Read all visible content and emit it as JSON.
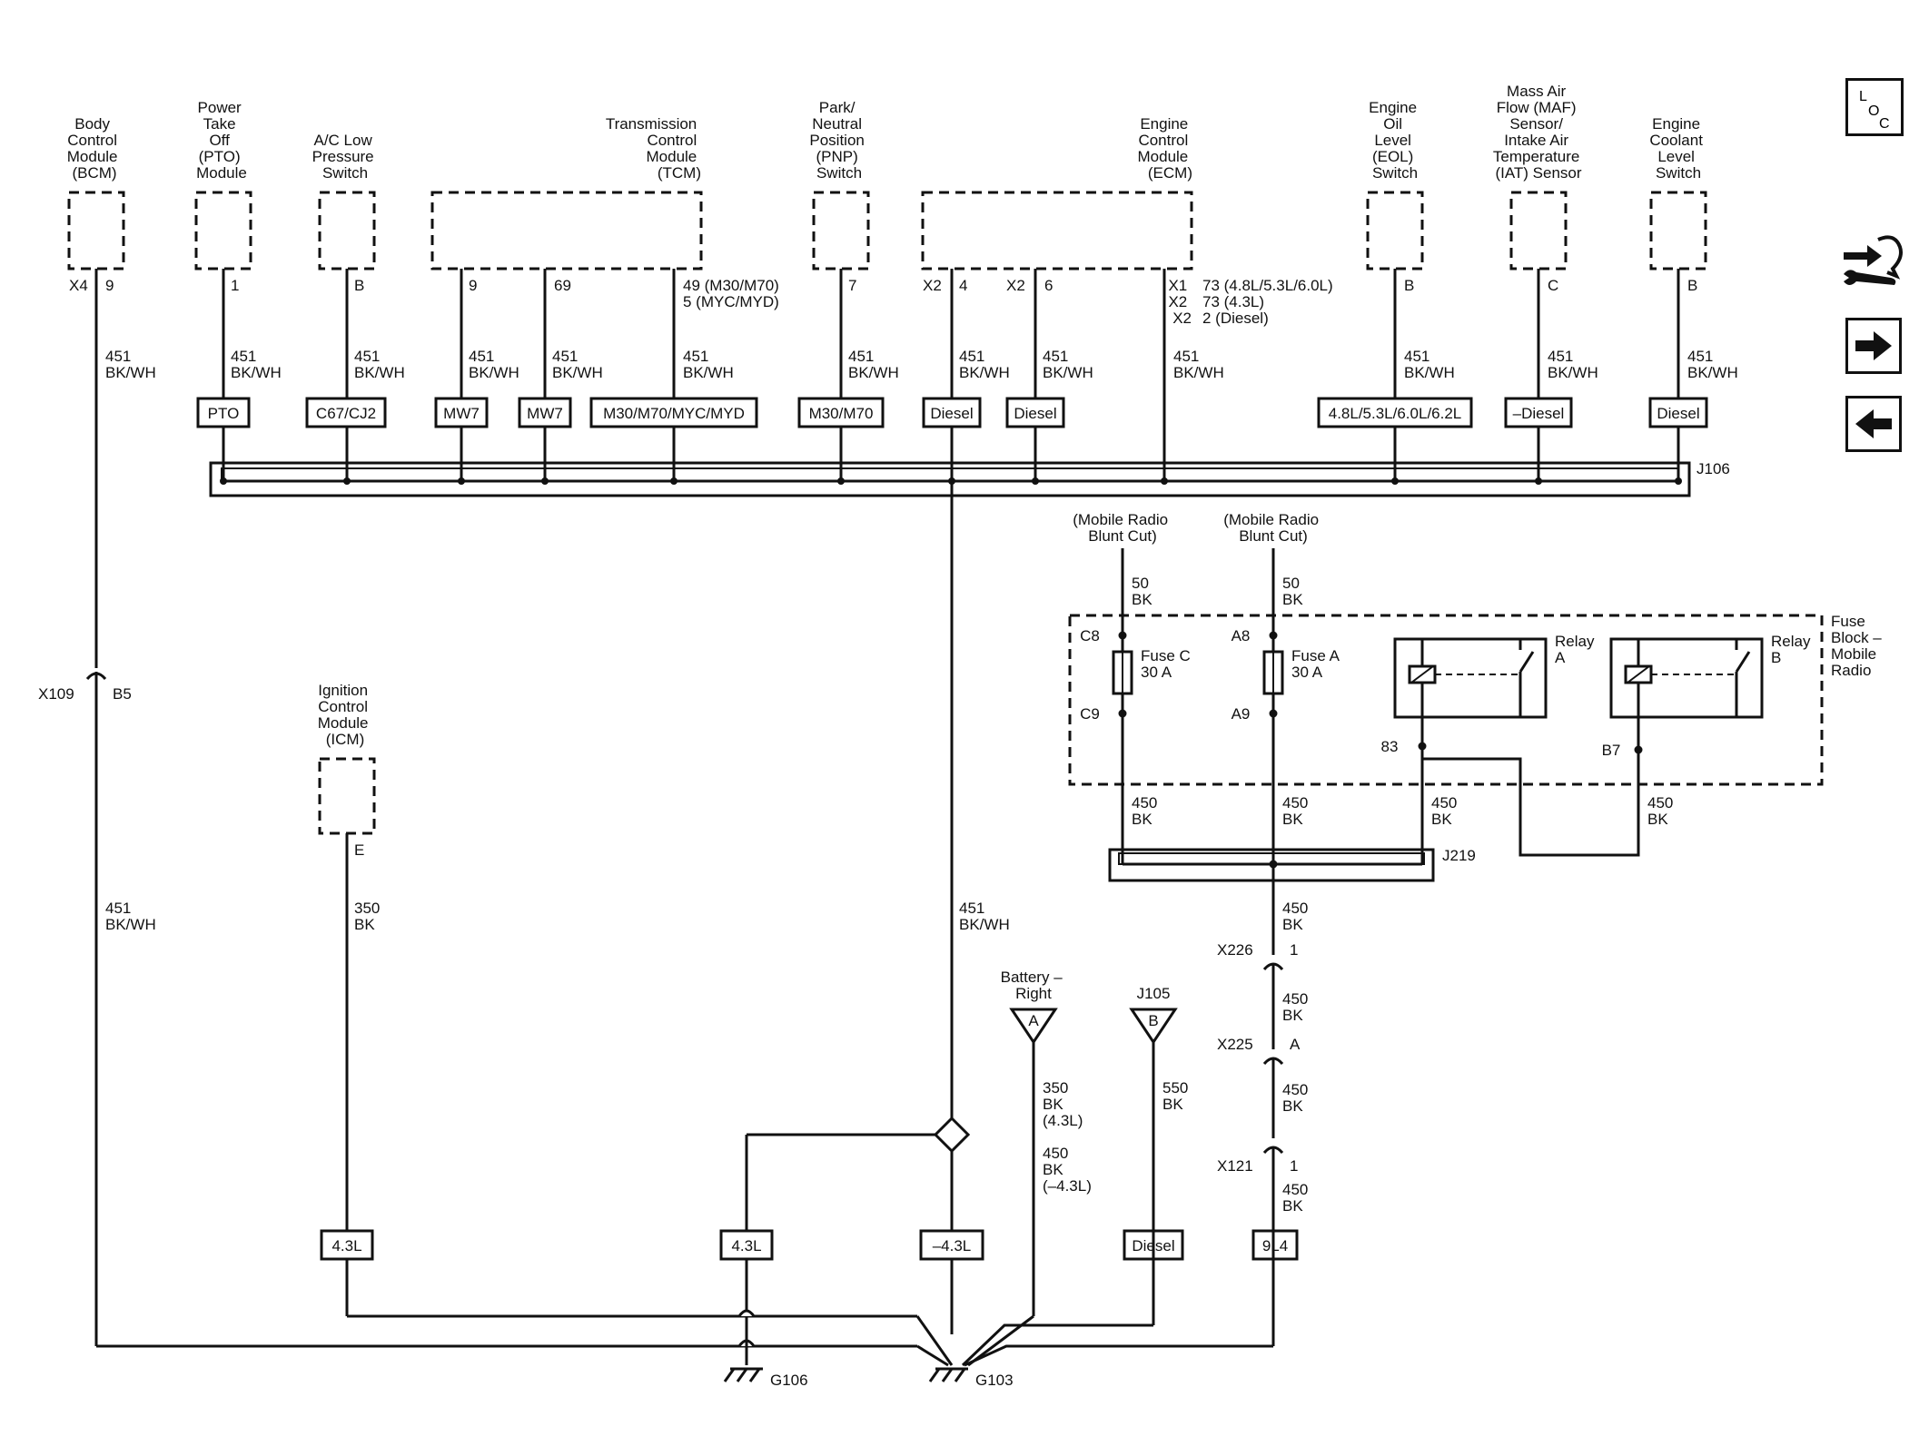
{
  "modules": {
    "bcm": [
      "Body",
      "Control",
      "Module",
      "(BCM)"
    ],
    "pto": [
      "Power",
      "Take",
      "Off",
      "(PTO)",
      "Module"
    ],
    "ac": [
      "A/C Low",
      "Pressure",
      "Switch"
    ],
    "tcm": [
      "Transmission",
      "Control",
      "Module",
      "(TCM)"
    ],
    "pnp": [
      "Park/",
      "Neutral",
      "Position",
      "(PNP)",
      "Switch"
    ],
    "ecm": [
      "Engine",
      "Control",
      "Module",
      "(ECM)"
    ],
    "eol": [
      "Engine",
      "Oil",
      "Level",
      "(EOL)",
      "Switch"
    ],
    "maf": [
      "Mass Air",
      "Flow (MAF)",
      "Sensor/",
      "Intake Air",
      "Temperature",
      "(IAT) Sensor"
    ],
    "ecl": [
      "Engine",
      "Coolant",
      "Level",
      "Switch"
    ],
    "icm": [
      "Ignition",
      "Control",
      "Module",
      "(ICM)"
    ]
  },
  "pins": {
    "bcm_conn": "X4",
    "bcm_pin": "9",
    "pto_pin": "1",
    "ac_pin": "B",
    "tcm_pin1": "9",
    "tcm_pin2": "69",
    "tcm_pin3": [
      "49 (M30/M70)",
      "5 (MYC/MYD)"
    ],
    "pnp_pin": "7",
    "ecm_conn1": "X2",
    "ecm_pin1": "4",
    "ecm_conn2": "X2",
    "ecm_pin2": "6",
    "ecm_conn3": [
      "X1",
      "X2",
      "X2"
    ],
    "ecm_pin3": [
      "73 (4.8L/5.3L/6.0L)",
      "73 (4.3L)",
      "2 (Diesel)"
    ],
    "eol_pin": "B",
    "maf_pin": "C",
    "ecl_pin": "B",
    "icm_pin": "E"
  },
  "wire": {
    "circuit_451": "451",
    "color_bkwh": "BK/WH",
    "circuit_450": "450",
    "circuit_350": "350",
    "circuit_550": "550",
    "circuit_50": "50",
    "color_bk": "BK",
    "battery_4_3": "(4.3L)",
    "battery_not_4_3": "(–4.3L)"
  },
  "options": {
    "pto": "PTO",
    "ac": "C67/CJ2",
    "tcm1": "MW7",
    "tcm2": "MW7",
    "tcm3": "M30/M70/MYC/MYD",
    "pnp": "M30/M70",
    "ecm1": "Diesel",
    "ecm2": "Diesel",
    "eol": "4.8L/5.3L/6.0L/6.2L",
    "maf": "–Diesel",
    "ecl": "Diesel",
    "icm": "4.3L",
    "g106": "4.3L",
    "not43": "–4.3L",
    "j105": "Diesel",
    "radio": "9L4"
  },
  "splices": {
    "j106": "J106",
    "j219": "J219"
  },
  "connectors": {
    "x109": "X109",
    "x109_pin": "B5",
    "x226": "X226",
    "x226_pin": "1",
    "x225": "X225",
    "x225_pin": "A",
    "x121": "X121",
    "x121_pin": "1"
  },
  "grounds": {
    "g106": "G106",
    "g103": "G103"
  },
  "terminals": {
    "battery_label": [
      "Battery –",
      "Right"
    ],
    "battery_pin": "A",
    "j105_label": "J105",
    "j105_pin": "B"
  },
  "fuse_block": {
    "title": [
      "Fuse",
      "Block –",
      "Mobile",
      "Radio"
    ],
    "mobile_radio": [
      "(Mobile Radio",
      "Blunt Cut)"
    ],
    "c8": "C8",
    "c9": "C9",
    "a8": "A8",
    "a9": "A9",
    "fuse_c": [
      "Fuse C",
      "30 A"
    ],
    "fuse_a": [
      "Fuse A",
      "30 A"
    ],
    "relay_a": [
      "Relay",
      "A"
    ],
    "relay_b": [
      "Relay",
      "B"
    ],
    "pin_83": "83",
    "pin_b7": "B7"
  },
  "nav": {
    "loc_l": "L",
    "loc_o": "O",
    "loc_c": "C",
    "tool": "tool-icon",
    "fwd": "arrow-right-icon",
    "back": "arrow-left-icon"
  },
  "colors": {
    "ink": "#111111",
    "background": "#ffffff"
  }
}
